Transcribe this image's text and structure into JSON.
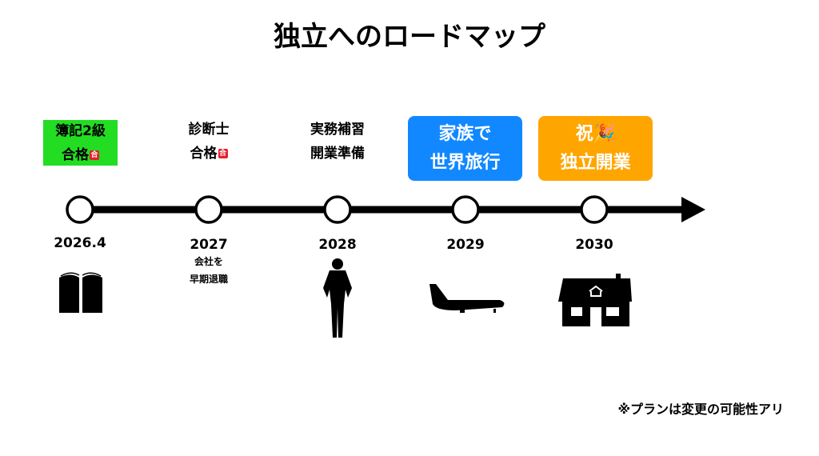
{
  "title": "独立へのロードマップ",
  "milestones": [
    {
      "year": "2026.4",
      "label_line1": "簿記2級",
      "label_line2": "合格",
      "badge": "合",
      "icon": "book-icon",
      "color": "#22dd22"
    },
    {
      "year": "2027",
      "label_line1": "診断士",
      "label_line2": "合格",
      "badge": "合",
      "sub_line1": "会社を",
      "sub_line2": "早期退職"
    },
    {
      "year": "2028",
      "label_line1": "実務補習",
      "label_line2": "開業準備",
      "icon": "person-icon"
    },
    {
      "year": "2029",
      "label_line1": "家族で",
      "label_line2": "世界旅行",
      "icon": "airplane-icon",
      "color": "#1188ff"
    },
    {
      "year": "2030",
      "label_line1": "祝🎉",
      "label_line2": "独立開業",
      "icon": "house-icon",
      "color": "#ffa500"
    }
  ],
  "note": "※プランは変更の可能性アリ"
}
